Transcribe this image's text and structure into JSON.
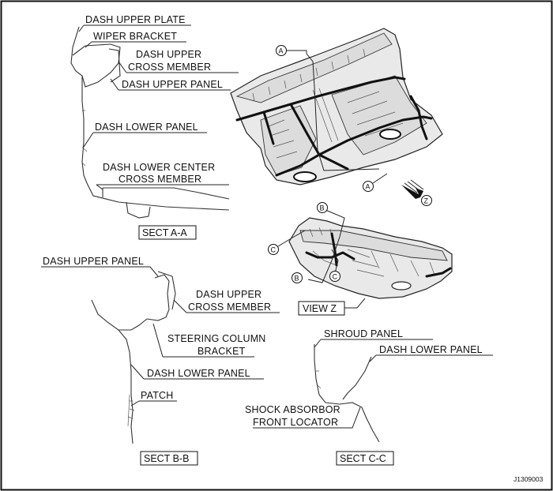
{
  "image_code": "J1309003",
  "section_aa": {
    "title": "SECT A-A",
    "labels": {
      "dash_upper_plate": "DASH UPPER PLATE",
      "wiper_bracket": "WIPER BRACKET",
      "dash_upper_cross_member_1": "DASH UPPER",
      "dash_upper_cross_member_2": "CROSS MEMBER",
      "dash_upper_panel": "DASH UPPER PANEL",
      "dash_lower_panel": "DASH LOWER PANEL",
      "dash_lower_center_1": "DASH LOWER CENTER",
      "dash_lower_center_2": "CROSS MEMBER"
    }
  },
  "section_bb": {
    "title": "SECT B-B",
    "labels": {
      "dash_upper_panel": "DASH UPPER PANEL",
      "dash_upper_cross_member_1": "DASH UPPER",
      "dash_upper_cross_member_2": "CROSS MEMBER",
      "steering_column_1": "STEERING COLUMN",
      "steering_column_2": "BRACKET",
      "dash_lower_panel": "DASH LOWER PANEL",
      "patch": "PATCH"
    }
  },
  "section_cc": {
    "title": "SECT C-C",
    "labels": {
      "shroud_panel": "SHROUD PANEL",
      "dash_lower_panel": "DASH LOWER PANEL",
      "shock_absorbor_1": "SHOCK ABSORBOR",
      "shock_absorbor_2": "FRONT LOCATOR"
    }
  },
  "view_z": {
    "title": "VIEW Z",
    "markers": {
      "b": "B",
      "c": "C"
    }
  },
  "main_view": {
    "markers": {
      "a": "A",
      "z": "Z"
    }
  }
}
